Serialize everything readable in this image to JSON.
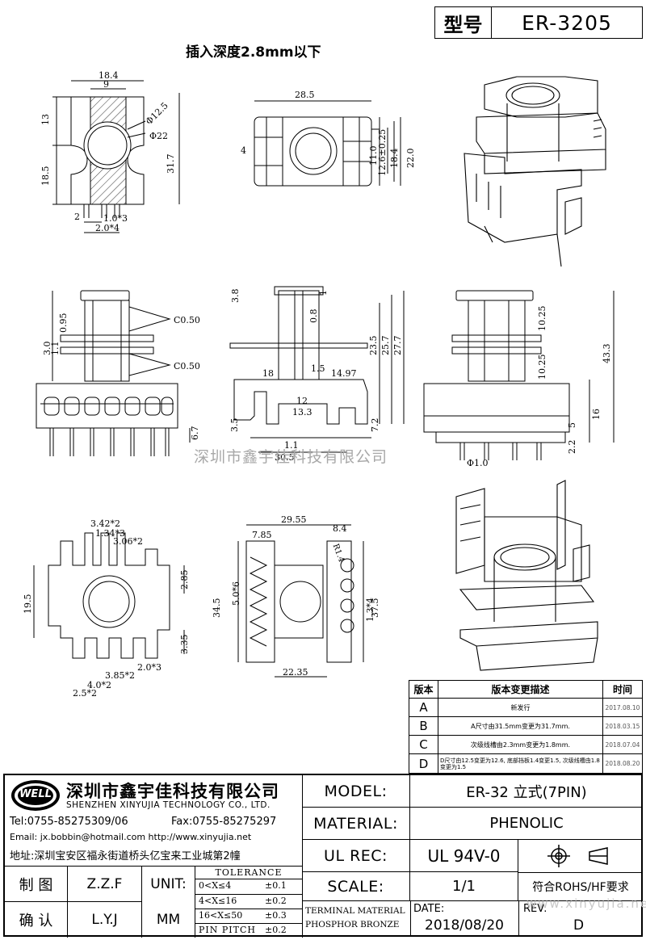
{
  "header": {
    "model_label": "型号",
    "model_value": "ER-3205",
    "note": "插入深度2.8mm以下"
  },
  "watermark": "深圳市鑫宇佳科技有限公司",
  "watermark_url": "www.xinyujia.net",
  "dims": {
    "d1": "18.4",
    "d2": "9",
    "d3": "13",
    "d4": "18.5",
    "d5": "Φ12.5",
    "d6": "Φ22",
    "d7": "31.7",
    "d8": "2",
    "d9": "1.0*3",
    "d10": "2.0*4",
    "d11": "28.5",
    "d12": "4",
    "d13": "11.0",
    "d14": "12.6±0.25",
    "d15": "18.4",
    "d16": "22.0",
    "d17": "C0.50",
    "d18": "C0.50",
    "d19": "0.95",
    "d20": "3.0",
    "d21": "1.1",
    "d22": "6.7",
    "d23": "3.8",
    "d24": "1",
    "d25": "0.8",
    "d26": "23.5",
    "d27": "25.7",
    "d28": "27.7",
    "d29": "18",
    "d30": "14.97",
    "d31": "12",
    "d32": "13.3",
    "d33": "3.5",
    "d34": "7.2",
    "d35": "1.1",
    "d36": "30.5",
    "d37": "10.25",
    "d38": "10.25",
    "d39": "43.3",
    "d40": "16",
    "d41": "5",
    "d42": "2.2",
    "d43": "Φ1.0",
    "d44": "3.42*2",
    "d45": "1.34*3",
    "d46": "3.06*2",
    "d47": "19.5",
    "d48": "2.85",
    "d49": "3.35",
    "d50": "2.0*3",
    "d51": "3.85*2",
    "d52": "4.0*2",
    "d53": "2.5*2",
    "d54": "29.55",
    "d55": "7.85",
    "d56": "8.4",
    "d57": "R1.4",
    "d58": "5.0*6",
    "d59": "34.5",
    "d60": "1.3*4",
    "d61": "37.5",
    "d62": "22.35",
    "d63": "1.5"
  },
  "revision_table": {
    "headers": [
      "版本",
      "版本变更描述",
      "时间"
    ],
    "rows": [
      {
        "ver": "A",
        "desc": "新发行",
        "date": "2017.08.10"
      },
      {
        "ver": "B",
        "desc": "A尺寸由31.5mm变更为31.7mm.",
        "date": "2018.03.15"
      },
      {
        "ver": "C",
        "desc": "次级线槽由2.3mm变更为1.8mm.",
        "date": "2018.07.04"
      },
      {
        "ver": "D",
        "desc": "D尺寸由12.5变更为12.6, 底部挡板1.4变更1.5, 次级线槽由1.8变更为1.5",
        "date": "2018.08.20"
      }
    ]
  },
  "company": {
    "logo_text": "WELL",
    "name_cn": "深圳市鑫宇佳科技有限公司",
    "name_en": "SHENZHEN XINYUJIA TECHNOLOGY CO., LTD.",
    "tel": "Tel:0755-85275309/06",
    "fax": "Fax:0755-85275297",
    "email": "Email: jx.bobbin@hotmail.com http://www.xinyujia.net",
    "address": "地址:深圳宝安区福永街道桥头亿宝来工业城第2幢"
  },
  "title_block": {
    "model_label": "MODEL:",
    "model_value": "ER-32 立式(7PIN)",
    "material_label": "MATERIAL:",
    "material_value": "PHENOLIC",
    "ulrec_label": "UL REC:",
    "ulrec_value": "UL 94V-0",
    "scale_label": "SCALE:",
    "scale_value": "1/1",
    "rohs": "符合ROHS/HF要求",
    "terminal_line1": "TERMINAL MATERIAL",
    "terminal_line2": "PHOSPHOR BRONZE",
    "date_label": "DATE:",
    "date_value": "2018/08/20",
    "rev_label": "REV:",
    "rev_value": "D",
    "drawn_label": "制 图",
    "drawn_value": "Z.Z.F",
    "check_label": "确 认",
    "check_value": "L.Y.J",
    "unit_label": "UNIT:",
    "unit_value": "MM",
    "tolerance_title": "TOLERANCE",
    "tolerance_rows": [
      {
        "range": "0<X≤4",
        "tol": "±0.1"
      },
      {
        "range": "4<X≤16",
        "tol": "±0.2"
      },
      {
        "range": "16<X≤50",
        "tol": "±0.3"
      },
      {
        "range": "PIN PITCH",
        "tol": "±0.2"
      }
    ]
  }
}
